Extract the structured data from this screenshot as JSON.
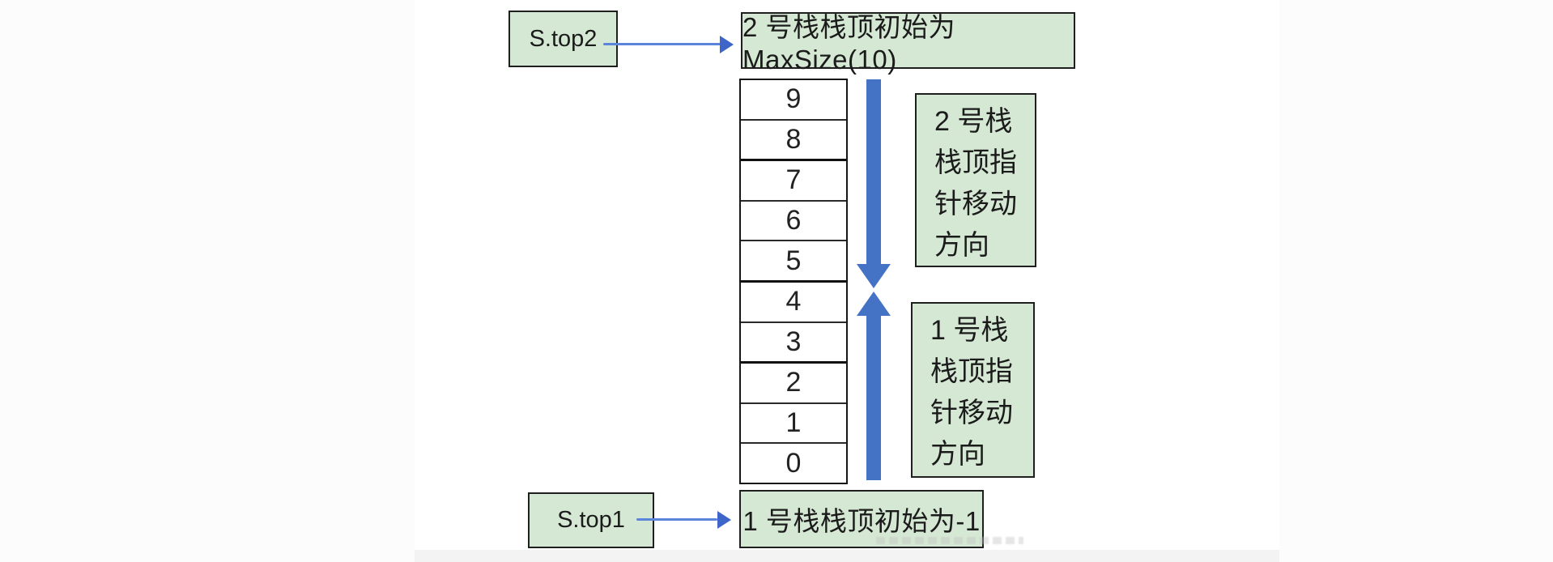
{
  "diagram": {
    "pointer_top2": "S.top2",
    "pointer_top1": "S.top1",
    "stack2_init": "2 号栈栈顶初始为 MaxSize(10)",
    "stack1_init": "1 号栈栈顶初始为-1",
    "stack2_direction_lines": [
      "2 号栈",
      "栈顶指",
      "针移动",
      "方向"
    ],
    "stack1_direction_lines": [
      "1 号栈",
      "栈顶指",
      "针移动",
      "方向"
    ],
    "stack_cells": [
      "9",
      "8",
      "7",
      "6",
      "5",
      "4",
      "3",
      "2",
      "1",
      "0"
    ]
  },
  "colors": {
    "box-fill": "#d5e8d4",
    "box-border": "#1f1f1f",
    "arrow-blue": "#4472c4",
    "connector-blue": "#5b84dd",
    "connector-head": "#3e66c9"
  }
}
